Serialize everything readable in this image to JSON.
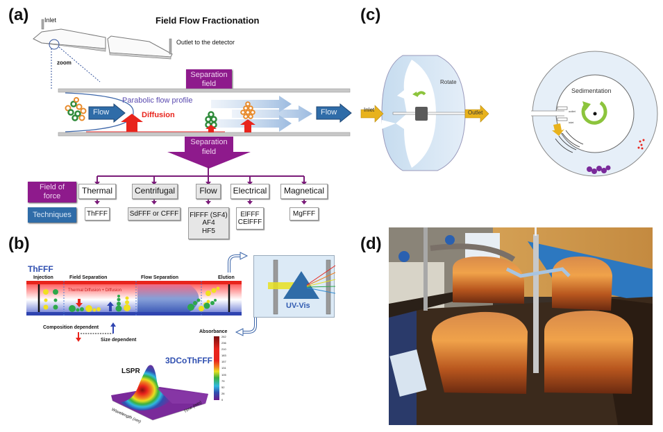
{
  "panels": {
    "a": {
      "label": "(a)",
      "title": "Field Flow Fractionation",
      "inlet": "Inlet",
      "outlet": "Outlet to the detector",
      "zoom": "zoom",
      "separation_field_top": [
        "Separation",
        "field"
      ],
      "separation_field_bottom": [
        "Separation",
        "field"
      ],
      "parabolic": "Parabolic flow profile",
      "diffusion": "Diffusion",
      "flow_left": "Flow",
      "flow_right": "Flow",
      "row_field": [
        "Field of",
        "force"
      ],
      "row_techniques": "Techniques",
      "forces": [
        {
          "name": "Thermal",
          "techniques": [
            "ThFFF"
          ]
        },
        {
          "name": "Centrifugal",
          "techniques": [
            "SdFFF or CFFF"
          ]
        },
        {
          "name": "Flow",
          "techniques": [
            "FlFFF (SF4)",
            "AF4",
            "HF5"
          ]
        },
        {
          "name": "Electrical",
          "techniques": [
            "ElFFF",
            "CElFFF"
          ]
        },
        {
          "name": "Magnetical",
          "techniques": [
            "MgFFF"
          ]
        }
      ]
    },
    "b": {
      "label": "(b)",
      "thfff": "ThFFF",
      "injection": "Injection",
      "field_separation": "Field  Separation",
      "flow_separation": "Flow Separation",
      "elution": "Elution",
      "thermal_diffusion": "Thermal Diffusion  +  Diffusion",
      "composition": "Composition dependent",
      "size": "Size dependent",
      "uvvis": "UV-Vis",
      "plot_title": "3DCoThFFF",
      "lspr": "LSPR",
      "colorbar_title": "Absorbance",
      "colorbar_ticks": [
        "262",
        "236",
        "210",
        "183",
        "157",
        "131",
        "105",
        "79",
        "52",
        "26",
        "0"
      ],
      "xaxis": "Wavelength (nm)",
      "yaxis": "Time (min)"
    },
    "c": {
      "label": "(c)",
      "inlet": "Inlet",
      "outlet": "Outlet",
      "rotate": "Rotate",
      "sedimentation": "Sedimentation",
      "small_outlet": "outlet",
      "small_inlet": "inlet"
    },
    "d": {
      "label": "(d)"
    }
  },
  "colors": {
    "purple": "#8e1a8c",
    "blue": "#2f6ca8",
    "red": "#e8241c",
    "yellow_arrow": "#e8b21c",
    "green_arrow": "#8cc43c"
  }
}
